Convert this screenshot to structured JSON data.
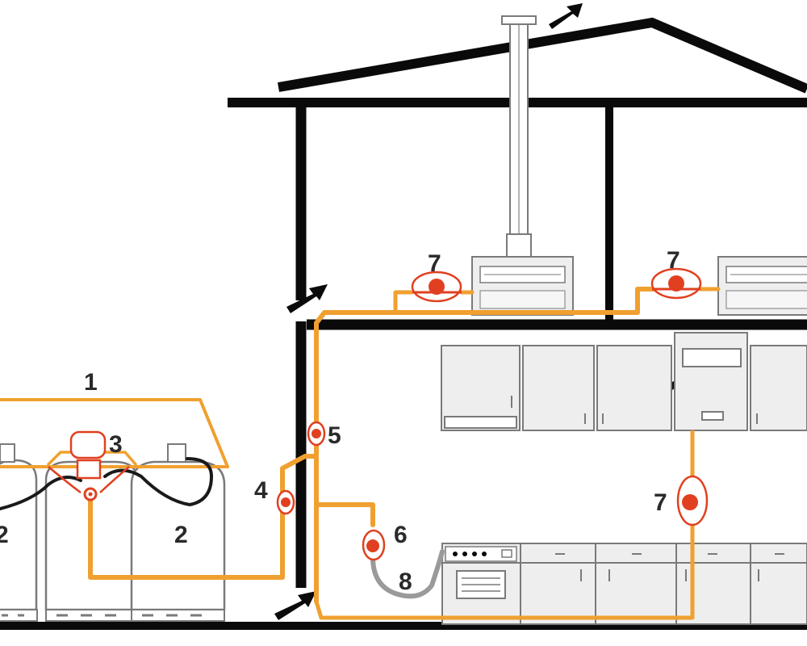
{
  "colors": {
    "structure": "#0a0a0a",
    "gas_pipe": "#f0a030",
    "valve": "#e04020",
    "hose": "#1a1a1a",
    "flex_hose": "#9a9a9a",
    "appliance_fill": "#eeeeee",
    "appliance_edge": "#7a7a7a",
    "label": "#2a2a2a"
  },
  "labels": {
    "n1": "1",
    "n2_left": "2",
    "n2_right": "2",
    "n3": "3",
    "n4": "4",
    "n5": "5",
    "n6": "6",
    "n7_left": "7",
    "n7_right": "7",
    "n7_lower": "7",
    "n8": "8"
  },
  "icons": {
    "valve": "valve-icon",
    "regulator": "regulator-icon",
    "airflow": "airflow-arrow-icon",
    "cylinder": "gas-cylinder-icon",
    "boiler": "boiler-icon",
    "stove": "stove-icon"
  }
}
